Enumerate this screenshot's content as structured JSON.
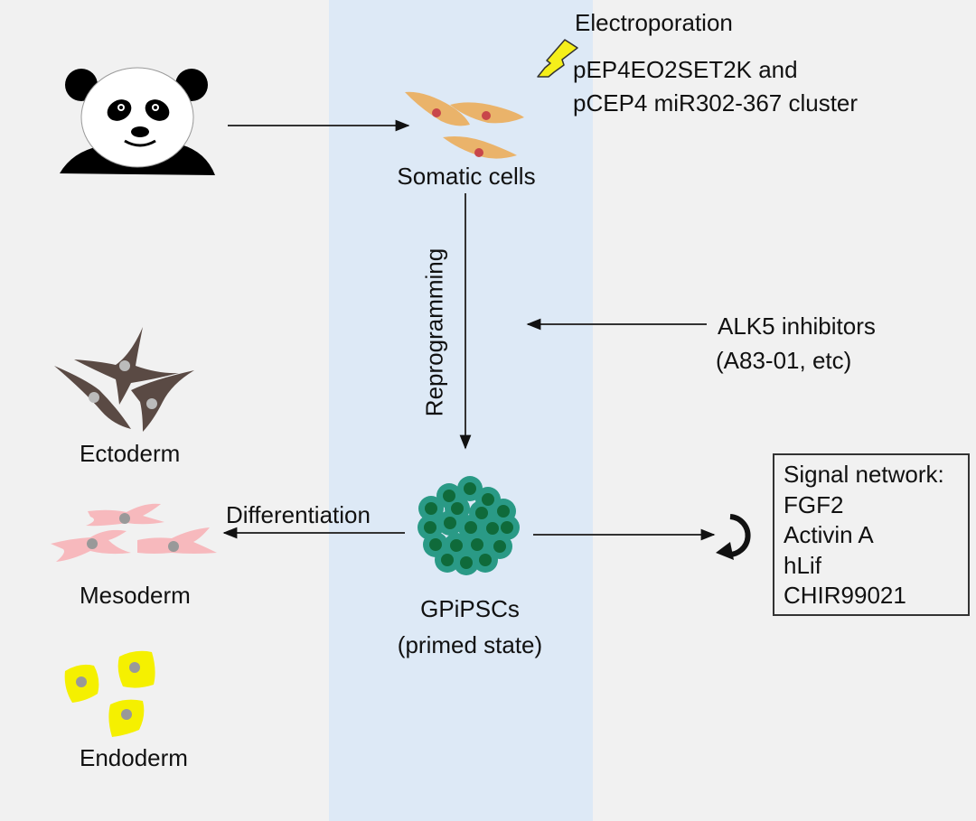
{
  "diagram": {
    "source": {
      "label": "",
      "icon": "panda-icon"
    },
    "somatic": {
      "label": "Somatic cells"
    },
    "electroporation": {
      "title": "Electroporation",
      "plasmid_line1": "pEP4EO2SET2K  and",
      "plasmid_line2": "pCEP4 miR302-367 cluster",
      "icon": "lightning-bolt-icon"
    },
    "reprogramming": {
      "label": "Reprogramming"
    },
    "inhibitors": {
      "line1": "ALK5 inhibitors",
      "line2": "(A83-01, etc)"
    },
    "ipsc": {
      "line1": "GPiPSCs",
      "line2": "(primed state)"
    },
    "differentiation": {
      "label": "Differentiation"
    },
    "germ_layers": [
      {
        "label": "Ectoderm",
        "color": "#5a4a44"
      },
      {
        "label": "Mesoderm",
        "color": "#f7b9bd"
      },
      {
        "label": "Endoderm",
        "color": "#f5f000"
      }
    ],
    "signal_network": {
      "title": "Signal network:",
      "items": [
        "FGF2",
        "Activin A",
        "hLif",
        "CHIR99021"
      ],
      "icon": "cycle-arrow-icon"
    },
    "colors": {
      "background": "#f1f1f1",
      "center_band": "#dde9f6",
      "somatic_cell": "#eab36a",
      "somatic_nucleus": "#c8464a",
      "ipsc_outer": "#2a9a86",
      "ipsc_inner": "#0f6a3a",
      "nucleus_gray": "#9a9a9a"
    }
  }
}
